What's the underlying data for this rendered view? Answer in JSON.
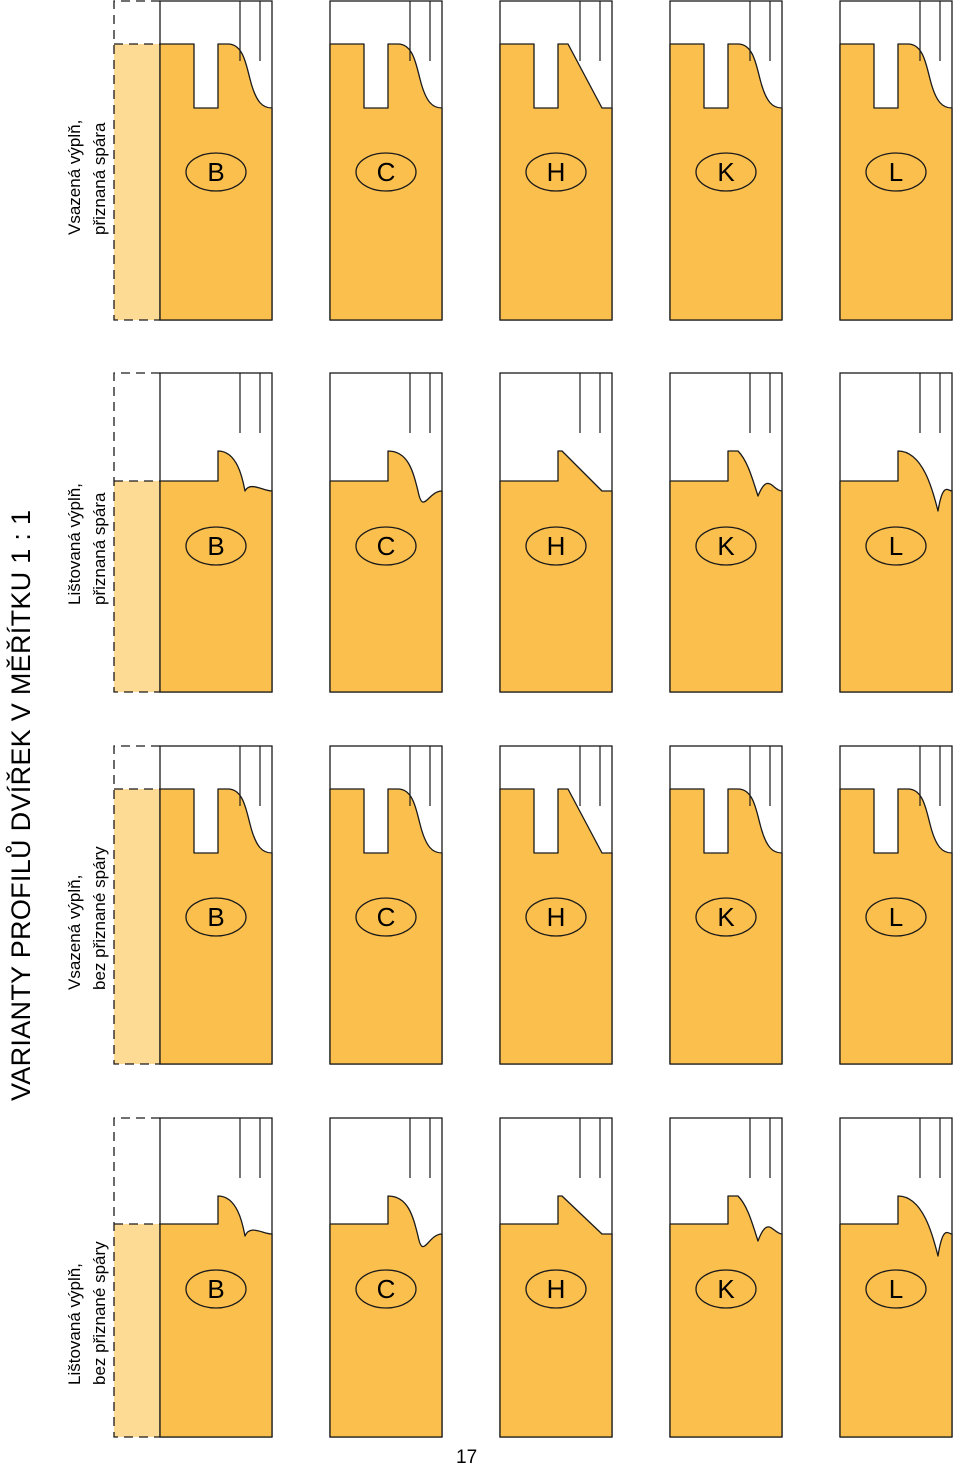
{
  "title": "VARIANTY PROFILŮ DVÍŘEK V MĚŘÍTKU 1 : 1",
  "page_number": "17",
  "colors": {
    "panel": "#fbbf4e",
    "panel_light": "#fedb95",
    "line": "#1a1a1a"
  },
  "variants": [
    {
      "id": "listovana-bez",
      "label_line1": "Lištovaná výplň,",
      "label_line2": "bez přiznané spáry",
      "filling": "lištovaná",
      "gap": false
    },
    {
      "id": "vsazena-bez",
      "label_line1": "Vsazená výplň,",
      "label_line2": "bez přiznané spáry",
      "filling": "vsazená",
      "gap": false
    },
    {
      "id": "listovana-spara",
      "label_line1": "Lištovaná výplň,",
      "label_line2": "přiznaná spára",
      "filling": "lištovaná",
      "gap": true
    },
    {
      "id": "vsazena-spara",
      "label_line1": "Vsazená výplň,",
      "label_line2": "přiznaná spára",
      "filling": "vsazená",
      "gap": true
    }
  ],
  "profiles": [
    {
      "code": "B",
      "shape": "cove-step"
    },
    {
      "code": "C",
      "shape": "ogee"
    },
    {
      "code": "H",
      "shape": "bevel"
    },
    {
      "code": "K",
      "shape": "bead-step"
    },
    {
      "code": "L",
      "shape": "ogee-large"
    }
  ]
}
